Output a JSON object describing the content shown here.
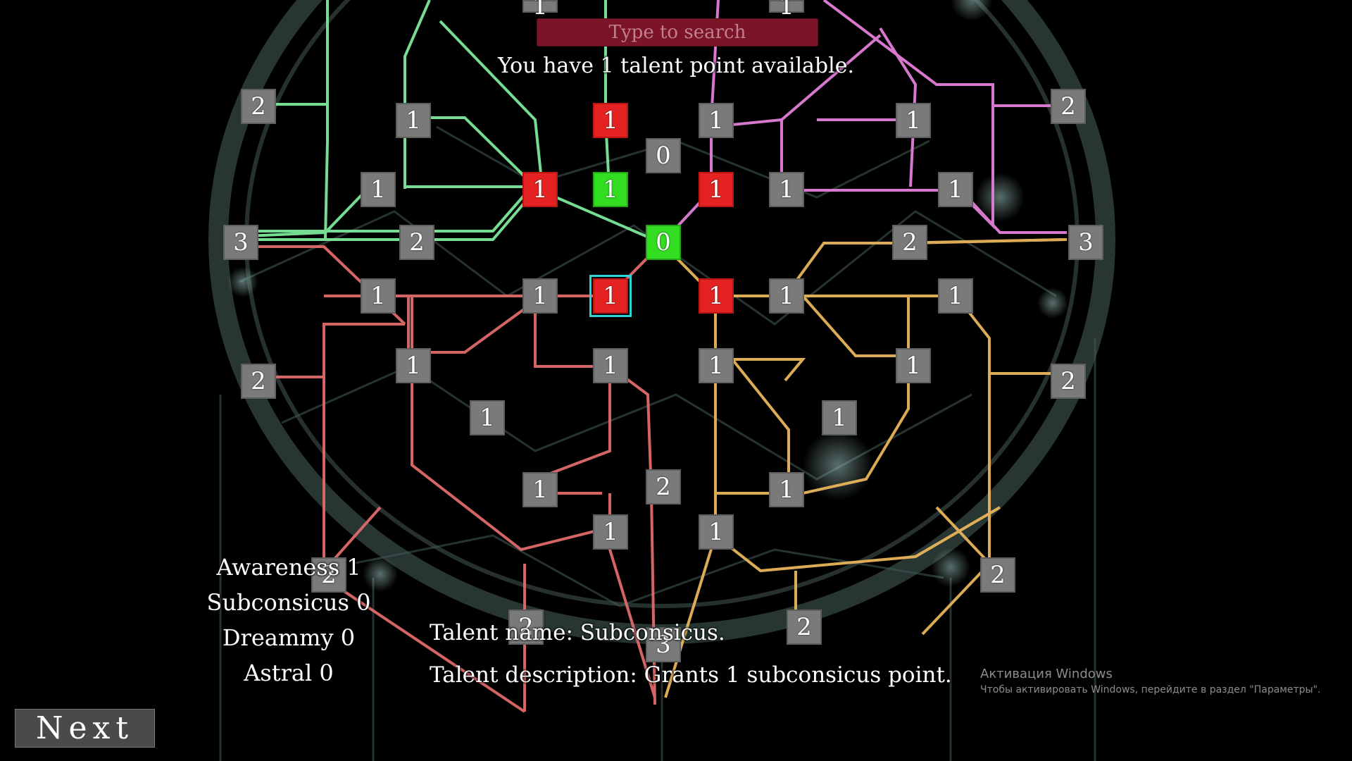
{
  "search": {
    "placeholder": "Type to search"
  },
  "banner": "You have 1 talent point available.",
  "stats": {
    "awareness": "Awareness 1",
    "subconscious": "Subconsicus 0",
    "dreamy": "Dreammy 0",
    "astral": "Astral 0"
  },
  "talent": {
    "name_line": "Talent name:  Subconsicus.",
    "desc_line": "Talent description:  Grants 1 subconsicus point."
  },
  "next_label": "Next",
  "watermark": {
    "title": "Активация Windows",
    "subtitle": "Чтобы активировать Windows, перейдите в раздел \"Параметры\"."
  },
  "branch_colors": {
    "awareness": "#7de89a",
    "astral": "#e27fd8",
    "subconscious": "#e06b6b",
    "dreamy": "#e8b55a"
  },
  "nodes": [
    {
      "label": "1",
      "state": "normal"
    },
    {
      "label": "1",
      "state": "normal"
    },
    {
      "label": "2",
      "state": "normal"
    },
    {
      "label": "1",
      "state": "normal"
    },
    {
      "label": "1",
      "state": "red"
    },
    {
      "label": "1",
      "state": "normal"
    },
    {
      "label": "1",
      "state": "normal"
    },
    {
      "label": "2",
      "state": "normal"
    },
    {
      "label": "0",
      "state": "normal"
    },
    {
      "label": "1",
      "state": "normal"
    },
    {
      "label": "1",
      "state": "red"
    },
    {
      "label": "1",
      "state": "green"
    },
    {
      "label": "1",
      "state": "red"
    },
    {
      "label": "1",
      "state": "normal"
    },
    {
      "label": "1",
      "state": "normal"
    },
    {
      "label": "3",
      "state": "normal"
    },
    {
      "label": "2",
      "state": "normal"
    },
    {
      "label": "0",
      "state": "green"
    },
    {
      "label": "2",
      "state": "normal"
    },
    {
      "label": "3",
      "state": "normal"
    },
    {
      "label": "1",
      "state": "normal"
    },
    {
      "label": "1",
      "state": "normal"
    },
    {
      "label": "1",
      "state": "red",
      "selected": true
    },
    {
      "label": "1",
      "state": "red"
    },
    {
      "label": "1",
      "state": "normal"
    },
    {
      "label": "1",
      "state": "normal"
    },
    {
      "label": "2",
      "state": "normal"
    },
    {
      "label": "1",
      "state": "normal"
    },
    {
      "label": "1",
      "state": "normal"
    },
    {
      "label": "1",
      "state": "normal"
    },
    {
      "label": "1",
      "state": "normal"
    },
    {
      "label": "2",
      "state": "normal"
    },
    {
      "label": "1",
      "state": "normal"
    },
    {
      "label": "1",
      "state": "normal"
    },
    {
      "label": "1",
      "state": "normal"
    },
    {
      "label": "2",
      "state": "normal"
    },
    {
      "label": "1",
      "state": "normal"
    },
    {
      "label": "1",
      "state": "normal"
    },
    {
      "label": "1",
      "state": "normal"
    },
    {
      "label": "2",
      "state": "normal"
    },
    {
      "label": "2",
      "state": "normal"
    },
    {
      "label": "2",
      "state": "normal"
    },
    {
      "label": "3",
      "state": "normal"
    },
    {
      "label": "2",
      "state": "normal"
    }
  ]
}
